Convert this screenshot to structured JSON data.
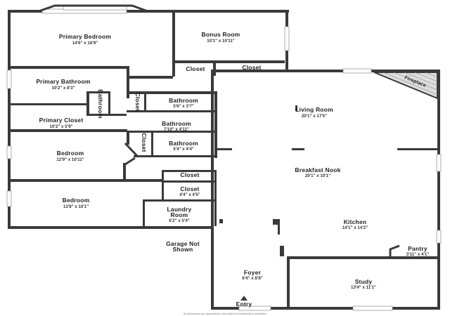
{
  "rooms": {
    "primary_bedroom": {
      "name": "Primary Bedroom",
      "dims": "14'6\" x 16'9\""
    },
    "bonus_room": {
      "name": "Bonus Room",
      "dims": "10'1\" x 10'11\""
    },
    "closet_bonus_left": {
      "name": "Closet"
    },
    "closet_bonus_right": {
      "name": "Closet"
    },
    "primary_bathroom": {
      "name": "Primary Bathroom",
      "dims": "10'2\" x 8'3\""
    },
    "primary_closet": {
      "name": "Primary Closet",
      "dims": "10'2\" x 5'9\""
    },
    "bathroom_vertical": {
      "name": "Bathroom"
    },
    "closet_vertical_top": {
      "name": "Closet"
    },
    "bathroom_1": {
      "name": "Bathroom",
      "dims": "5'6\" x 3'7\""
    },
    "bathroom_2": {
      "name": "Bathroom",
      "dims": "7'10\" x 4'11\""
    },
    "closet_vertical_mid": {
      "name": "Closet"
    },
    "bathroom_3": {
      "name": "Bathroom",
      "dims": "5'4\" x 4'4\""
    },
    "bedroom_1": {
      "name": "Bedroom",
      "dims": "12'9\" x 10'11\""
    },
    "bedroom_2": {
      "name": "Bedroom",
      "dims": "13'8\" x 10'1\""
    },
    "closet_small": {
      "name": "Closet"
    },
    "closet_dims": {
      "name": "Closet",
      "dims": "4'4\" x 4'5\""
    },
    "laundry": {
      "name_line1": "Laundry",
      "name_line2": "Room",
      "dims": "6'2\" x 5'4\""
    },
    "living_room": {
      "name": "Living Room",
      "dims": "20'1\" x 17'5\""
    },
    "fireplace": {
      "name": "Fireplace"
    },
    "breakfast_nook": {
      "name": "Breakfast Nook",
      "dims": "20'1\" x 10'1\""
    },
    "kitchen": {
      "name": "Kitchen",
      "dims": "14'1\" x 14'2\""
    },
    "pantry": {
      "name": "Pantry",
      "dims": "3'11\" x 4'1\""
    },
    "foyer": {
      "name": "Foyer",
      "dims": "6'4\" x 8'8\""
    },
    "study": {
      "name": "Study",
      "dims": "13'4\" x 11'1\""
    }
  },
  "garage_note": {
    "line1": "Garage Not",
    "line2": "Shown"
  },
  "entry_label": "Entry",
  "disclaimer": "All dimensions are approximate and subject to independent verification"
}
